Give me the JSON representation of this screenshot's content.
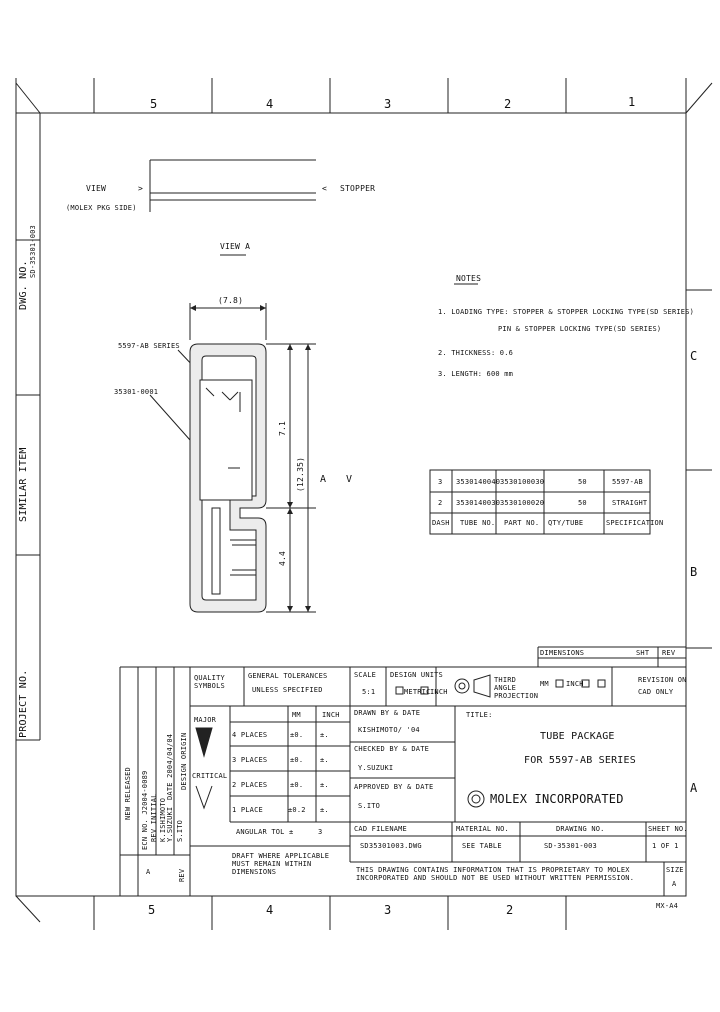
{
  "zones": {
    "columns": [
      "5",
      "4",
      "3",
      "2",
      "1"
    ],
    "rows": [
      "C",
      "B",
      "A"
    ]
  },
  "side_labels": {
    "dwg_no_label": "DWG. NO.",
    "dwg_no_value": "SD-35301-003",
    "similar_item": "SIMILAR ITEM",
    "project_no": "PROJECT NO."
  },
  "view_top": {
    "left_label": "VIEW",
    "left_sublabel": "(MOLEX PKG SIDE)",
    "left_arrow": ">",
    "right_arrow": "<",
    "right_label": "STOPPER",
    "view_label": "VIEW A"
  },
  "profile": {
    "width_dim": "(7.8)",
    "label_series": "5597-AB SERIES",
    "label_tube": "35301-0001",
    "dim_upper": "7.1",
    "dim_total": "(12.35)",
    "dim_lower": "4.4",
    "view_a_marker": "A",
    "view_a_arrow": "V"
  },
  "notes": {
    "title": "NOTES",
    "items": [
      "1. LOADING TYPE: STOPPER & STOPPER LOCKING TYPE(SD SERIES)",
      "PIN & STOPPER LOCKING TYPE(SD SERIES)",
      "2. THICKNESS: 0.6",
      "3. LENGTH: 600 mm"
    ]
  },
  "parts_table": {
    "rows": [
      [
        "3",
        "3530140040",
        "3530100030",
        "50",
        "5597-AB"
      ],
      [
        "2",
        "3530140030",
        "3530100020",
        "50",
        "STRAIGHT"
      ]
    ],
    "header": [
      "DASH",
      "TUBE NO.",
      "PART NO.",
      "QTY/TUBE",
      "SPECIFICATION"
    ]
  },
  "title_block": {
    "dimensions": "DIMENSIONS",
    "sht_label": "SHT",
    "rev_label": "REV",
    "revision_on": "REVISION ON",
    "cad_only": "CAD ONLY",
    "quality_symbols": "QUALITY SYMBOLS",
    "general_tol": "GENERAL TOLERANCES",
    "unless_specified": "UNLESS SPECIFIED",
    "scale_label": "SCALE",
    "scale_value": "5:1",
    "design_units": "DESIGN UNITS",
    "units_metric": "METRIC",
    "units_inch": "INCH",
    "third_angle": "THIRD ANGLE PROJECTION",
    "mm_label": "MM",
    "inch_label": "INCH",
    "tol_headers": [
      "MM",
      "INCH"
    ],
    "tol_rows": [
      [
        "4 PLACES",
        "±0.",
        "±."
      ],
      [
        "3 PLACES",
        "±0.",
        "±."
      ],
      [
        "2 PLACES",
        "±0.",
        "±."
      ],
      [
        "1 PLACE",
        "±0.2",
        "±."
      ]
    ],
    "angular": "ANGULAR TOL ±",
    "angular_value": "3",
    "major": "MAJOR",
    "critical": "CRITICAL",
    "drafting_note": "DRAFT WHERE APPLICABLE MUST REMAIN WITHIN DIMENSIONS",
    "drawn_by_label": "DRAWN BY & DATE",
    "drawn_by_value": "KISHIMOTO/ '04",
    "checked_label": "CHECKED BY & DATE",
    "checked_value": "Y.SUZUKI",
    "approved_label": "APPROVED BY & DATE",
    "approved_value": "S.ITO",
    "title_label": "TITLE:",
    "title_line1": "TUBE PACKAGE",
    "title_line2": "FOR 5597-AB SERIES",
    "company": "MOLEX INCORPORATED",
    "cad_file_label": "CAD FILENAME",
    "cad_file_value": "SD35301003.DWG",
    "material_label": "MATERIAL NO.",
    "material_value": "SEE TABLE",
    "drawing_no_label": "DRAWING NO.",
    "drawing_no_value": "SD-35301-003",
    "sheet_no_label": "SHEET NO.",
    "sheet_no_value": "1 OF 1",
    "size_label": "SIZE",
    "size_value": "A",
    "proprietary": "THIS DRAWING CONTAINS INFORMATION THAT IS PROPRIETARY TO MOLEX INCORPORATED AND SHOULD NOT BE USED WITHOUT WRITTEN PERMISSION.",
    "rev_letter": "A",
    "rev_word": "REV",
    "left_rev_block": [
      "NEW RELEASED",
      "ECN NO. J2004-0089",
      "REV INITIAL",
      "K.ISHIMOTO",
      "Y.SUZUKI",
      "S.ITO",
      "DATE 2004/04/04",
      "DESIGN ORIGIN"
    ]
  },
  "format_code": "MX-A4"
}
